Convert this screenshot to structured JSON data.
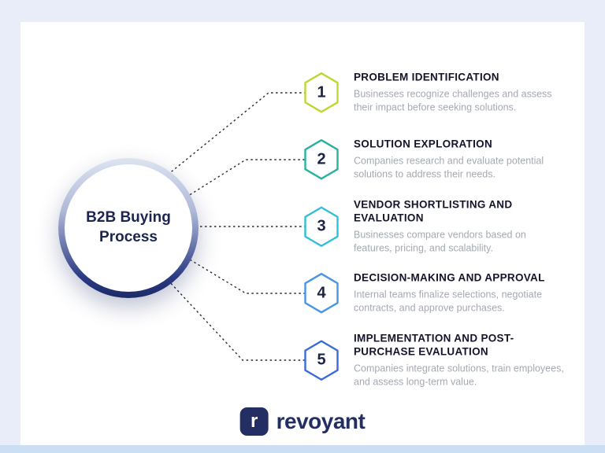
{
  "colors": {
    "page_bg": "#e9edf9",
    "panel_bg": "#ffffff",
    "bottom_strip": "#cbdef4",
    "brand_navy": "#232e63",
    "connector": "#2b2b33"
  },
  "center_circle": {
    "title_line1": "B2B Buying",
    "title_line2": "Process"
  },
  "steps": [
    {
      "number": "1",
      "title": "PROBLEM IDENTIFICATION",
      "description": "Businesses recognize challenges and assess their impact before seeking solutions.",
      "color": "#bfd733"
    },
    {
      "number": "2",
      "title": "SOLUTION EXPLORATION",
      "description": "Companies research and evaluate potential solutions to address their needs.",
      "color": "#28b2a0"
    },
    {
      "number": "3",
      "title": "VENDOR SHORTLISTING AND EVALUATION",
      "description": "Businesses compare vendors based on features, pricing, and scalability.",
      "color": "#2fc0d8"
    },
    {
      "number": "4",
      "title": "DECISION-MAKING AND APPROVAL",
      "description": "Internal teams finalize selections, negotiate contracts, and approve purchases.",
      "color": "#4b96e0"
    },
    {
      "number": "5",
      "title": "IMPLEMENTATION AND POST-PURCHASE EVALUATION",
      "description": "Companies integrate solutions, train employees, and assess long-term value.",
      "color": "#3a6bd6"
    }
  ],
  "logo": {
    "mark": "r",
    "name": "revoyant"
  }
}
